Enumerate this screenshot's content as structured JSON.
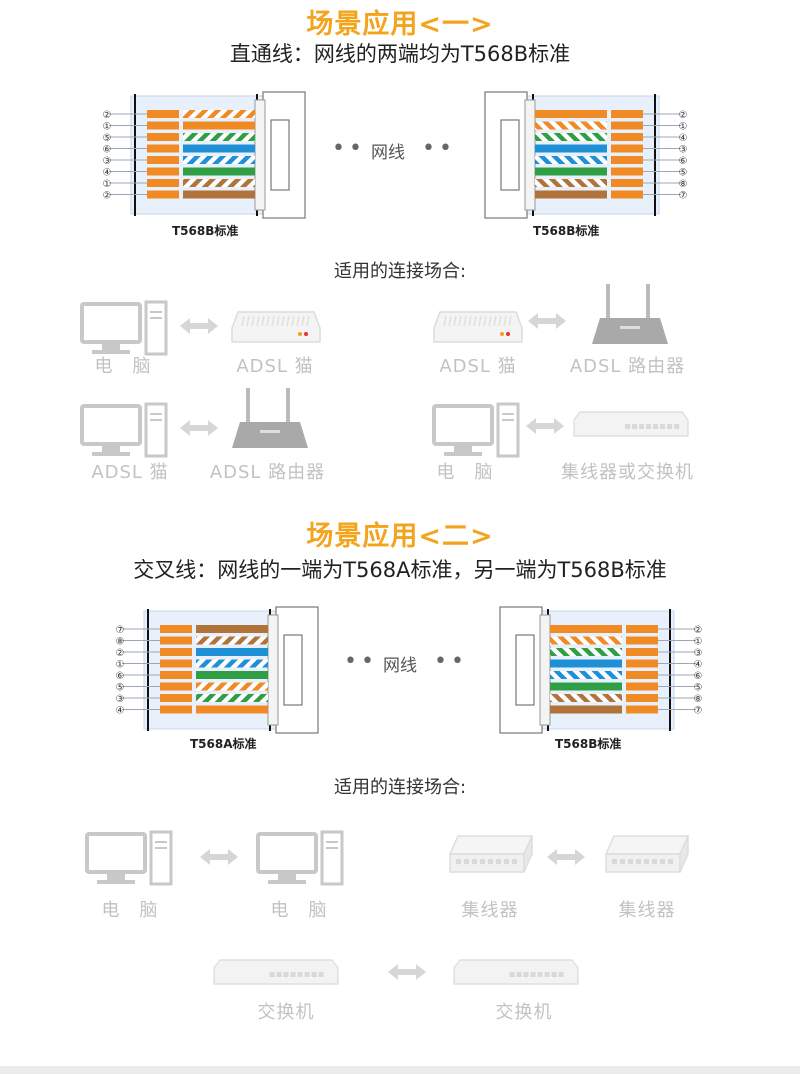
{
  "section1": {
    "title": "场景应用<一>",
    "description": "直通线：网线的两端均为T568B标准",
    "left_connector_label": "T568B标准",
    "right_connector_label": "T568B标准",
    "cable_label": "网线",
    "left_pin_numbers": [
      "②",
      "①",
      "⑤",
      "⑥",
      "③",
      "④",
      "①",
      "②"
    ],
    "right_pin_numbers": [
      "②",
      "①",
      "④",
      "③",
      "⑥",
      "⑤",
      "⑧",
      "⑦"
    ],
    "scenarios_title": "适用的连接场合:",
    "pairs": [
      {
        "a": "电　脑",
        "b": "ADSL 猫"
      },
      {
        "a": "ADSL 猫",
        "b": "ADSL 路由器"
      },
      {
        "a": "ADSL 猫",
        "b": "ADSL 路由器"
      },
      {
        "a": "电　脑",
        "b": "集线器或交换机"
      }
    ]
  },
  "section2": {
    "title": "场景应用<二>",
    "description": "交叉线：网线的一端为T568A标准，另一端为T568B标准",
    "left_connector_label": "T568A标准",
    "right_connector_label": "T568B标准",
    "cable_label": "网线",
    "left_pin_numbers": [
      "⑦",
      "⑧",
      "②",
      "①",
      "⑥",
      "⑤",
      "③",
      "④"
    ],
    "right_pin_numbers": [
      "②",
      "①",
      "③",
      "④",
      "⑥",
      "⑤",
      "⑧",
      "⑦"
    ],
    "scenarios_title": "适用的连接场合:",
    "pairs": [
      {
        "a": "电　脑",
        "b": "电　脑"
      },
      {
        "a": "集线器",
        "b": "集线器"
      },
      {
        "a": "交换机",
        "b": "交换机"
      }
    ]
  },
  "colors": {
    "accent": "#f3a41c",
    "wire_orange": "#f08a24",
    "wire_green": "#2f9e44",
    "wire_blue": "#1f8fd6",
    "wire_brown": "#b0733a",
    "device_gray": "#c8c8c8"
  },
  "icons": [
    "computer-icon",
    "modem-icon",
    "router-icon",
    "switch-icon",
    "double-arrow-icon"
  ]
}
